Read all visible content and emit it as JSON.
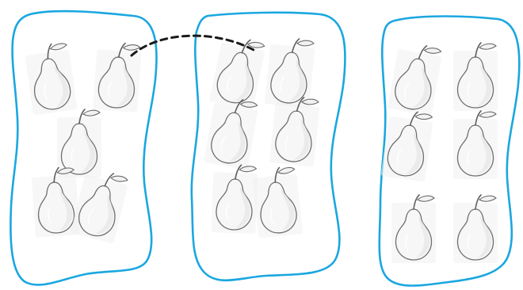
{
  "diagram": {
    "type": "pear-grouping",
    "outline_color": "#1aa7e0",
    "connector_color": "#1a1a1a",
    "connector_style": "dashed",
    "connector_from": "pear-2-of-group-1",
    "connector_to": "pear-1-of-group-2",
    "icon": "pear-icon",
    "groups": [
      {
        "name": "group-1",
        "pear_count": 5
      },
      {
        "name": "group-2",
        "pear_count": 6
      },
      {
        "name": "group-3",
        "pear_count": 6
      }
    ]
  }
}
